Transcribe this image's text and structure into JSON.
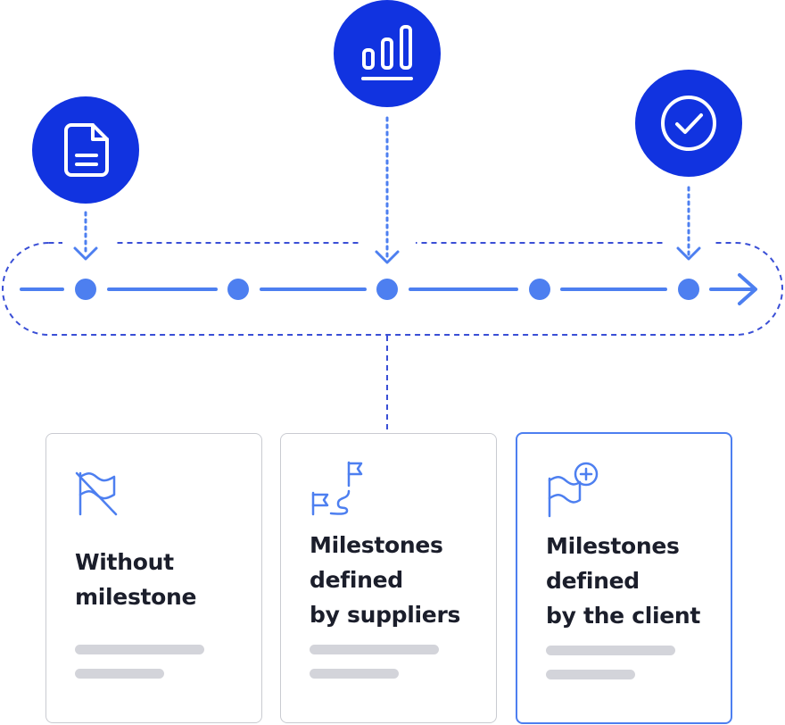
{
  "colors": {
    "primary": "#1133e0",
    "accent": "#4d7ff0",
    "dashed": "#3a4fd6",
    "card_border": "#c9cbd1",
    "card_border_active": "#4d7ff0",
    "text": "#1b1e2b",
    "placeholder": "#d3d4da"
  },
  "timeline": {
    "milestone_icons": [
      "document-icon",
      "bar-chart-icon",
      "checkmark-icon"
    ],
    "dot_count": 5,
    "end_marker": "arrow-right-icon"
  },
  "cards": [
    {
      "icon": "flag-off-icon",
      "title": "Without\nmilestone",
      "active": false
    },
    {
      "icon": "flag-route-icon",
      "title": "Milestones\ndefined\nby suppliers",
      "active": false
    },
    {
      "icon": "flag-add-icon",
      "title": "Milestones\ndefined\nby the client",
      "active": true
    }
  ]
}
